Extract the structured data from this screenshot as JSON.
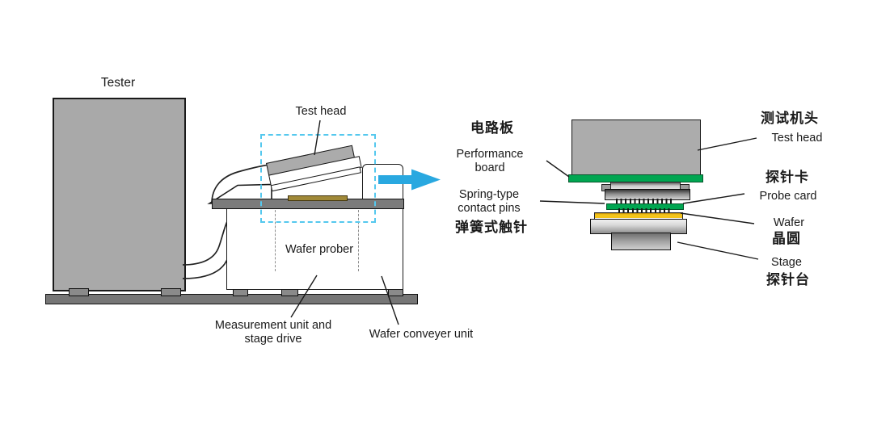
{
  "title": "Wafer prober and test head diagram",
  "left_diagram": {
    "tester_label": "Tester",
    "test_head_label": "Test head",
    "wafer_prober_label": "Wafer prober",
    "measurement_label_line1": "Measurement unit and",
    "measurement_label_line2": "stage drive",
    "conveyer_label": "Wafer conveyer unit"
  },
  "detail_left_labels": {
    "circuit_board_cn": "电路板",
    "performance_board_line1": "Performance",
    "performance_board_line2": "board",
    "spring_pins_line1": "Spring-type",
    "spring_pins_line2": "contact pins",
    "spring_pins_cn": "弹簧式触针"
  },
  "detail_right_labels": {
    "test_head_cn": "测试机头",
    "test_head_en": "Test head",
    "probe_card_cn": "探针卡",
    "probe_card_en": "Probe card",
    "wafer_en": "Wafer",
    "wafer_cn": "晶圆",
    "stage_en": "Stage",
    "stage_cn": "探针台"
  },
  "icons": {
    "flow_arrow": "arrow-right-icon"
  },
  "colors": {
    "machine_gray": "#a9a9a9",
    "deck_gray": "#7b7b7b",
    "floor_gray": "#767676",
    "dashed_box_cyan": "#55c8ee",
    "arrow_blue": "#29a8e0",
    "pcb_green": "#00a651",
    "wafer_yellow": "#f4c41a",
    "probe_gold": "#a08938"
  }
}
